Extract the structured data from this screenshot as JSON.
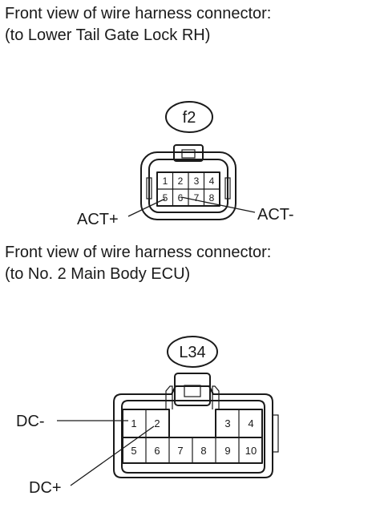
{
  "captions": [
    {
      "line1": "Front view of wire harness connector:",
      "line2": "(to Lower Tail Gate Lock RH)"
    },
    {
      "line1": "Front view of wire harness connector:",
      "line2": "(to No. 2 Main Body ECU)"
    }
  ],
  "connectors": [
    {
      "code": "f2",
      "pins_top": [
        "1",
        "2",
        "3",
        "4"
      ],
      "pins_bottom": [
        "5",
        "6",
        "7",
        "8"
      ],
      "labels": {
        "left": "ACT+",
        "right": "ACT-"
      }
    },
    {
      "code": "L34",
      "pins_top": [
        "1",
        "2",
        "3",
        "4"
      ],
      "pins_bottom": [
        "5",
        "6",
        "7",
        "8",
        "9",
        "10"
      ],
      "labels": {
        "top_left": "DC-",
        "bottom_left": "DC+"
      }
    }
  ]
}
